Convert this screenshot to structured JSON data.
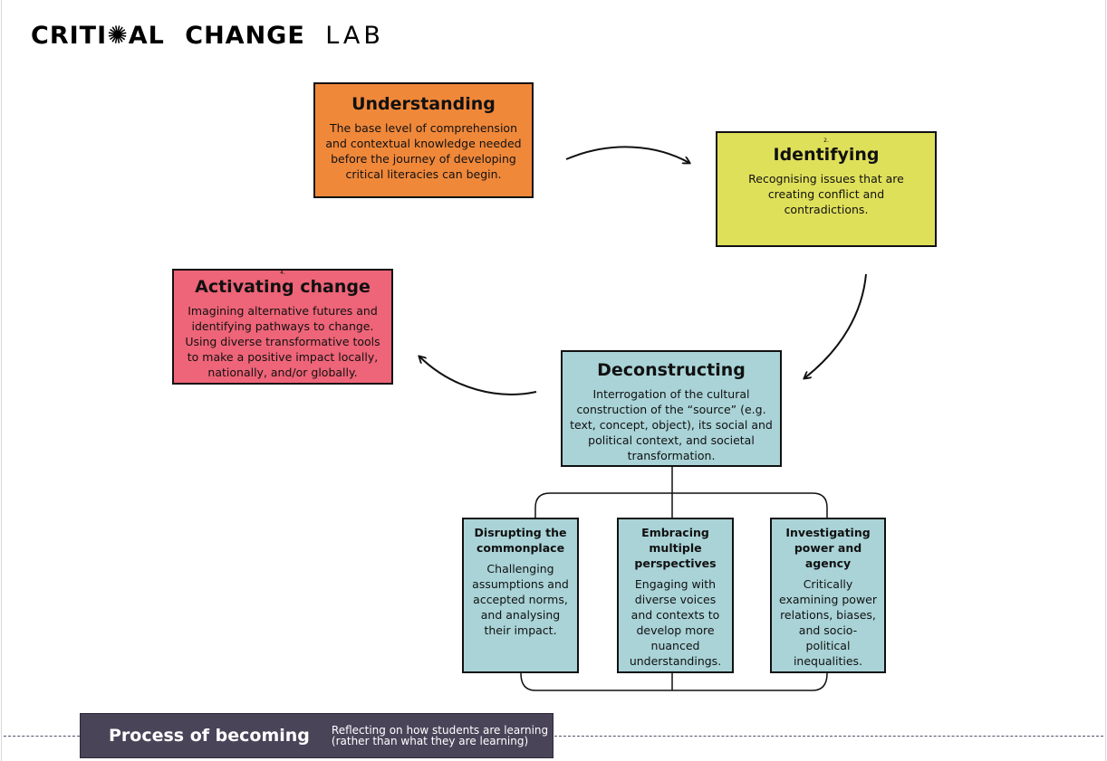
{
  "logo": {
    "word1_pre": "CRITI",
    "word1_post": "AL",
    "word2": "CHANGE",
    "word3": "LAB"
  },
  "stages": {
    "understanding": {
      "title": "Understanding",
      "desc": "The base level of comprehension and contextual knowledge needed before the journey of developing critical literacies can begin.",
      "color": "#f0883a"
    },
    "identifying": {
      "marker": "2.",
      "title": "Identifying",
      "desc": "Recognising issues that are creating conflict and contradictions.",
      "color": "#dfe05a"
    },
    "deconstructing": {
      "title": "Deconstructing",
      "desc": "Interrogation of the cultural construction of the “source” (e.g. text, concept, object), its social and political context, and societal transformation.",
      "color": "#a9d3d7"
    },
    "activating": {
      "marker": "4.",
      "title": "Activating change",
      "desc": "Imagining alternative futures and identifying pathways to change. Using diverse transformative tools to make a positive impact locally, nationally, and/or globally.",
      "color": "#ee6478"
    }
  },
  "substages": [
    {
      "title": "Disrupting the commonplace",
      "desc": "Challenging assumptions and accepted norms, and analysing their impact."
    },
    {
      "title": "Embracing multiple perspectives",
      "desc": "Engaging with diverse voices and contexts to develop more nuanced understandings."
    },
    {
      "title": "Investigating power and agency",
      "desc": "Critically examining power relations, biases, and socio-political inequalities."
    }
  ],
  "bottom_bar": {
    "title": "Process of becoming",
    "desc": "Reflecting on how students are learning (rather than what they are learning)",
    "color": "#4a4459"
  }
}
